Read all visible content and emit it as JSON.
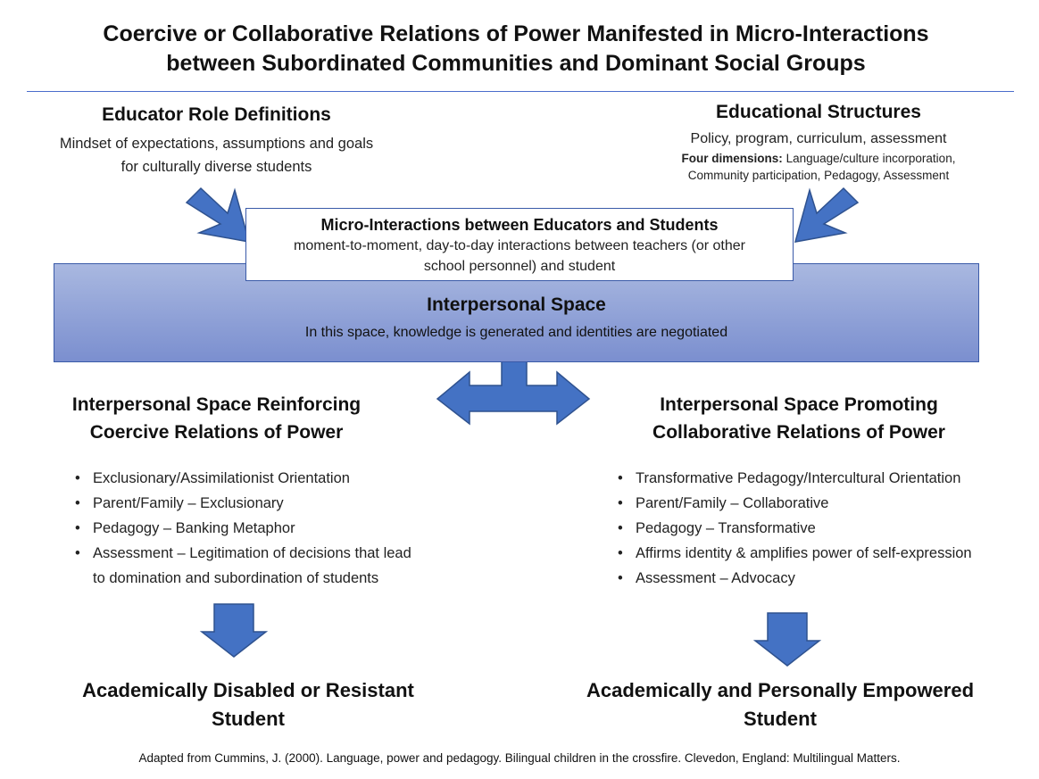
{
  "title_line1": "Coercive or Collaborative Relations of Power Manifested in Micro-Interactions",
  "title_line2": "between Subordinated Communities and Dominant Social Groups",
  "educator": {
    "heading": "Educator Role Definitions",
    "line1": "Mindset of expectations, assumptions and goals",
    "line2": "for culturally diverse students"
  },
  "structures": {
    "heading": "Educational Structures",
    "line1": "Policy, program, curriculum, assessment",
    "dims_label": "Four dimensions:",
    "dims_line1": " Language/culture incorporation,",
    "dims_line2": "Community participation, Pedagogy, Assessment"
  },
  "micro": {
    "heading": "Micro-Interactions between Educators and Students",
    "line1": "moment-to-moment, day-to-day interactions  between teachers (or other",
    "line2": "school personnel) and student"
  },
  "space": {
    "heading": "Interpersonal Space",
    "subtitle": "In this space, knowledge is generated and identities are negotiated"
  },
  "coercive": {
    "heading1": "Interpersonal Space Reinforcing",
    "heading2": "Coercive Relations of Power",
    "items": [
      "Exclusionary/Assimilationist Orientation",
      "Parent/Family – Exclusionary",
      "Pedagogy – Banking Metaphor",
      "Assessment – Legitimation of decisions that lead"
    ],
    "item_cont": "to domination and subordination of students",
    "outcome1": "Academically Disabled or Resistant",
    "outcome2": "Student"
  },
  "collaborative": {
    "heading1": "Interpersonal Space Promoting",
    "heading2": "Collaborative Relations of Power",
    "items": [
      "Transformative Pedagogy/Intercultural Orientation",
      "Parent/Family – Collaborative",
      "Pedagogy – Transformative",
      "Affirms identity & amplifies power of self-expression",
      "Assessment – Advocacy"
    ],
    "outcome1": "Academically and Personally Empowered",
    "outcome2": "Student"
  },
  "citation": "Adapted from Cummins, J. (2000). Language, power and pedagogy. Bilingual children in the crossfire. Clevedon, England: Multilingual Matters.",
  "colors": {
    "arrow_fill": "#4472c4",
    "arrow_stroke": "#2f528f",
    "rule": "#4a6ccc",
    "space_fill": "#8d9fd6"
  },
  "icons": [
    "arrow-diagonal-right",
    "arrow-diagonal-left",
    "arrow-double-horizontal",
    "arrow-down"
  ]
}
